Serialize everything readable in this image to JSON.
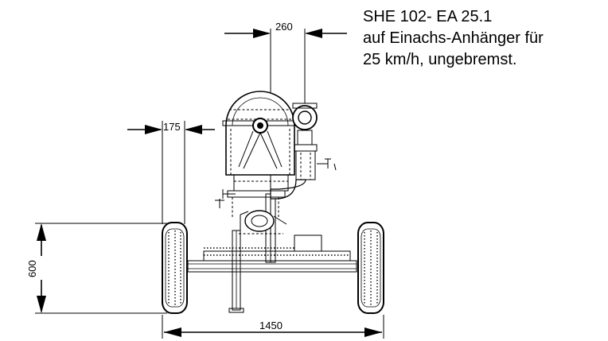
{
  "caption": {
    "line1": "SHE 102- EA 25.1",
    "line2": "auf Einachs-Anhänger für",
    "line3": "25 km/h, ungebremst."
  },
  "dimensions": {
    "top_width": "260",
    "side_offset": "175",
    "height": "600",
    "track_width": "1450"
  }
}
